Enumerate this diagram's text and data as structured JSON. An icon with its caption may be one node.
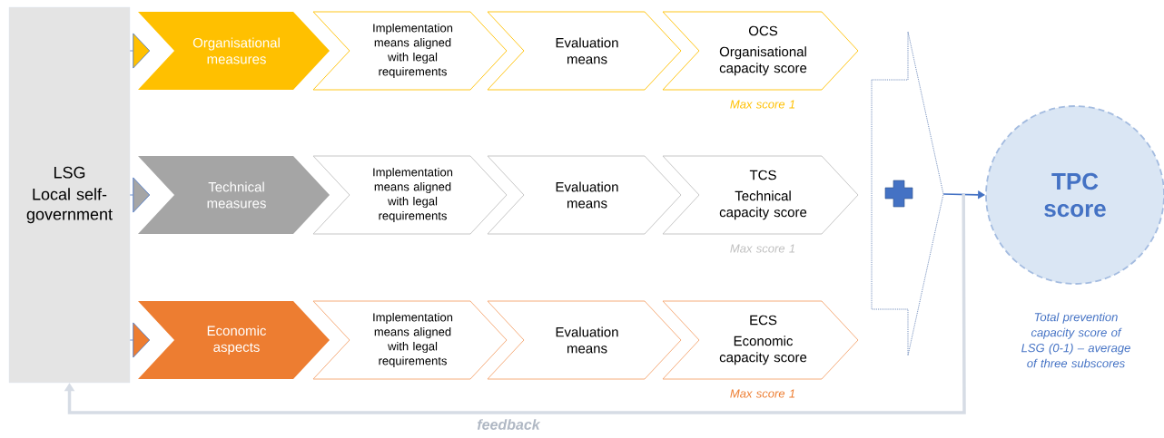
{
  "diagram": {
    "nodes": [
      {
        "text": [
          "LSG",
          "Local self-government"
        ]
      },
      {
        "text": [
          "Organisational measures"
        ]
      },
      {
        "text": [
          "Implementation means aligned with legal requirements"
        ]
      },
      {
        "text": [
          "Evaluation means"
        ]
      },
      {
        "text": [
          "OCS",
          "Organisational capacity score"
        ],
        "beside": [
          "Max score 1"
        ]
      },
      {
        "text": [
          "Technical measures"
        ]
      },
      {
        "text": [
          "Implementation means aligned with legal requirements"
        ]
      },
      {
        "text": [
          "Evaluation means"
        ]
      },
      {
        "text": [
          "TCS",
          "Technical capacity score"
        ],
        "beside": [
          "Max score 1"
        ]
      },
      {
        "text": [
          "Economic aspects"
        ]
      },
      {
        "text": [
          "Implementation means aligned with legal requirements"
        ]
      },
      {
        "text": [
          "Evaluation means"
        ]
      },
      {
        "text": [
          "ECS",
          "Economic capacity score"
        ],
        "beside": [
          "Max score 1"
        ]
      },
      {
        "text": [],
        "shape": "pentagon"
      },
      {
        "text": [
          "TPC score"
        ],
        "beside": [
          "Total prevention capacity score of LSG (0-1) – average of three subscores"
        ]
      }
    ],
    "edges": [
      {
        "from": 0,
        "to": 1,
        "arrow": "to"
      },
      {
        "from": 0,
        "to": 5,
        "arrow": "to"
      },
      {
        "from": 0,
        "to": 9,
        "arrow": "to"
      },
      {
        "from": 13,
        "to": 14,
        "arrow": "to"
      },
      {
        "from": 13,
        "to": 0,
        "arrow": "to",
        "label": "feedback",
        "style": "thick",
        "color": "#d6dce5"
      }
    ]
  }
}
